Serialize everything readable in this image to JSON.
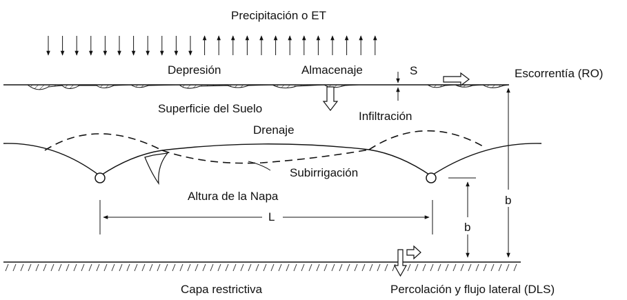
{
  "labels": {
    "precip": "Precipitación o ET",
    "depresion": "Depresión",
    "almacenaje": "Almacenaje",
    "s": "S",
    "escorrentia": "Escorrentía (RO)",
    "superficie": "Superficie del Suelo",
    "infiltracion": "Infiltración",
    "drenaje": "Drenaje",
    "subirrigacion": "Subirrigación",
    "altura": "Altura de la Napa",
    "l": "L",
    "b_right": "b",
    "b_inner": "b",
    "capa": "Capa restrictiva",
    "percolacion": "Percolación y flujo lateral (DLS)"
  },
  "arrows": {
    "down_count": 11,
    "up_count": 13
  }
}
